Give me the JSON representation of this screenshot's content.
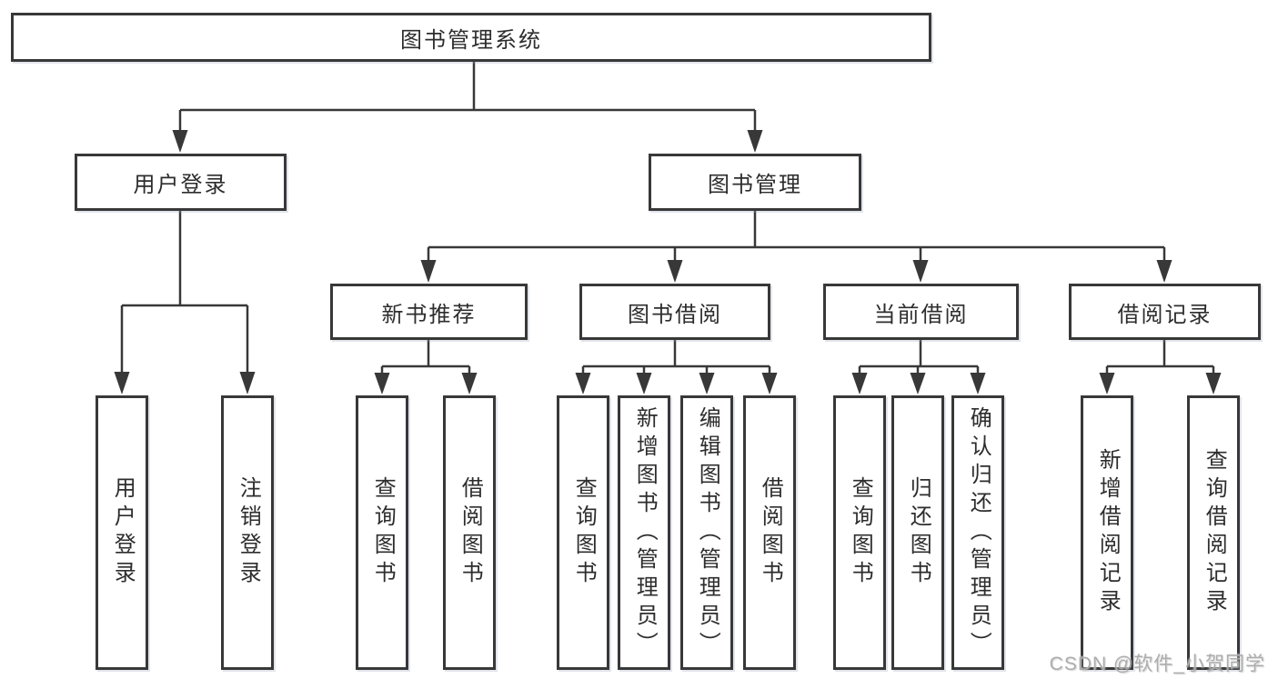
{
  "diagram": {
    "root": "图书管理系统",
    "level2": [
      "用户登录",
      "图书管理"
    ],
    "level3": [
      "新书推荐",
      "图书借阅",
      "当前借阅",
      "借阅记录"
    ],
    "leaves": {
      "user_login": [
        "用户登录",
        "注销登录"
      ],
      "new_book_recommend": [
        "查询图书",
        "借阅图书"
      ],
      "book_borrowing": [
        "查询图书",
        "新增图书（管理员）",
        "编辑图书（管理员）",
        "借阅图书"
      ],
      "current_borrowing": [
        "查询图书",
        "归还图书",
        "确认归还（管理员）"
      ],
      "borrowing_records": [
        "新增借阅记录",
        "查询借阅记录"
      ]
    }
  },
  "watermark": "CSDN @软件_小贺同学",
  "colors": {
    "line": "#383838",
    "box_border": "#383838",
    "box_fill": "#ffffff",
    "text": "#2d2d2d",
    "watermark": "#a8a8a8",
    "background": "#ffffff"
  }
}
